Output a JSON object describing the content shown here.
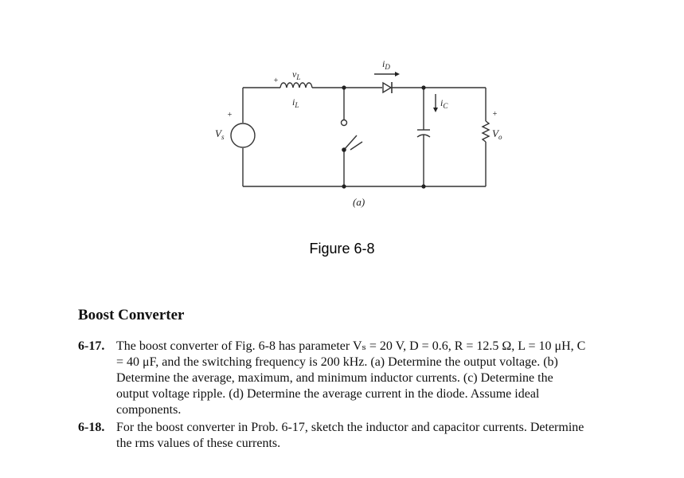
{
  "figure": {
    "part_label": "(a)",
    "caption": "Figure 6-8",
    "labels": {
      "vs": "V",
      "vs_sub": "s",
      "vl": "v",
      "vl_sub": "L",
      "il": "i",
      "il_sub": "L",
      "id": "i",
      "id_sub": "D",
      "ic": "i",
      "ic_sub": "C",
      "vo": "V",
      "vo_sub": "o",
      "plus": "+"
    }
  },
  "section": {
    "title": "Boost Converter"
  },
  "problems": [
    {
      "number": "6-17.",
      "text": "The boost converter of Fig. 6-8 has parameter Vₛ = 20 V, D = 0.6, R = 12.5 Ω, L = 10 μH, C = 40 μF, and the switching frequency is 200 kHz. (a) Determine the output voltage. (b) Determine the average, maximum, and minimum inductor currents. (c) Determine the output voltage ripple. (d) Determine the average current in the diode. Assume ideal components."
    },
    {
      "number": "6-18.",
      "text": "For the boost converter in Prob. 6-17, sketch the inductor and capacitor currents. Determine the rms values of these currents."
    }
  ]
}
